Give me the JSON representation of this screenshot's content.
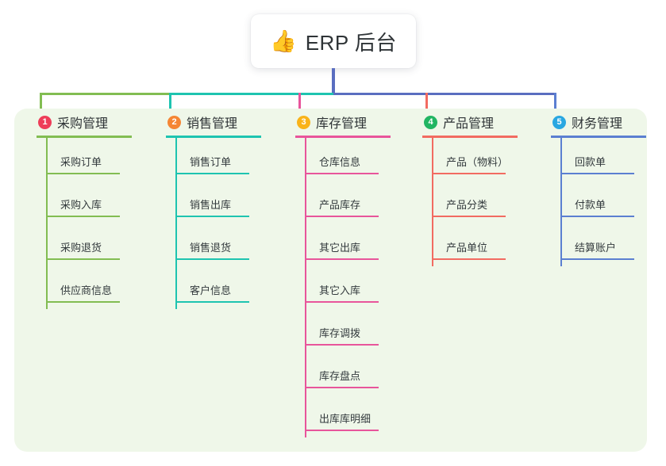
{
  "root": {
    "icon": "thumbs-up-icon",
    "emoji": "👍",
    "title": "ERP 后台"
  },
  "colors": {
    "panel_background": "#eff7e9",
    "page_background": "#ffffff",
    "trunk": "#5a6ec0",
    "bus_left": "#82bd52",
    "bus_mid": "#1ec4b0",
    "bus_right": "#5a6ec0"
  },
  "columns": [
    {
      "number": "1",
      "title": "采购管理",
      "badge_color": "#ee3d59",
      "line_color": "#82bd52",
      "items": [
        {
          "label": "采购订单"
        },
        {
          "label": "采购入库"
        },
        {
          "label": "采购退货"
        },
        {
          "label": "供应商信息"
        }
      ]
    },
    {
      "number": "2",
      "title": "销售管理",
      "badge_color": "#f58634",
      "line_color": "#1ec4b0",
      "items": [
        {
          "label": "销售订单"
        },
        {
          "label": "销售出库"
        },
        {
          "label": "销售退货"
        },
        {
          "label": "客户信息"
        }
      ]
    },
    {
      "number": "3",
      "title": "库存管理",
      "badge_color": "#f9b319",
      "line_color": "#e8559b",
      "items": [
        {
          "label": "仓库信息"
        },
        {
          "label": "产品库存"
        },
        {
          "label": "其它出库"
        },
        {
          "label": "其它入库"
        },
        {
          "label": "库存调拨"
        },
        {
          "label": "库存盘点"
        },
        {
          "label": "出库库明细"
        }
      ]
    },
    {
      "number": "4",
      "title": "产品管理",
      "badge_color": "#22b563",
      "line_color": "#f26b61",
      "items": [
        {
          "label": "产品（物料）"
        },
        {
          "label": "产品分类"
        },
        {
          "label": "产品单位"
        }
      ]
    },
    {
      "number": "5",
      "title": "财务管理",
      "badge_color": "#29a7e1",
      "line_color": "#5b7fd1",
      "items": [
        {
          "label": "回款单"
        },
        {
          "label": "付款单"
        },
        {
          "label": "结算账户"
        }
      ]
    }
  ]
}
